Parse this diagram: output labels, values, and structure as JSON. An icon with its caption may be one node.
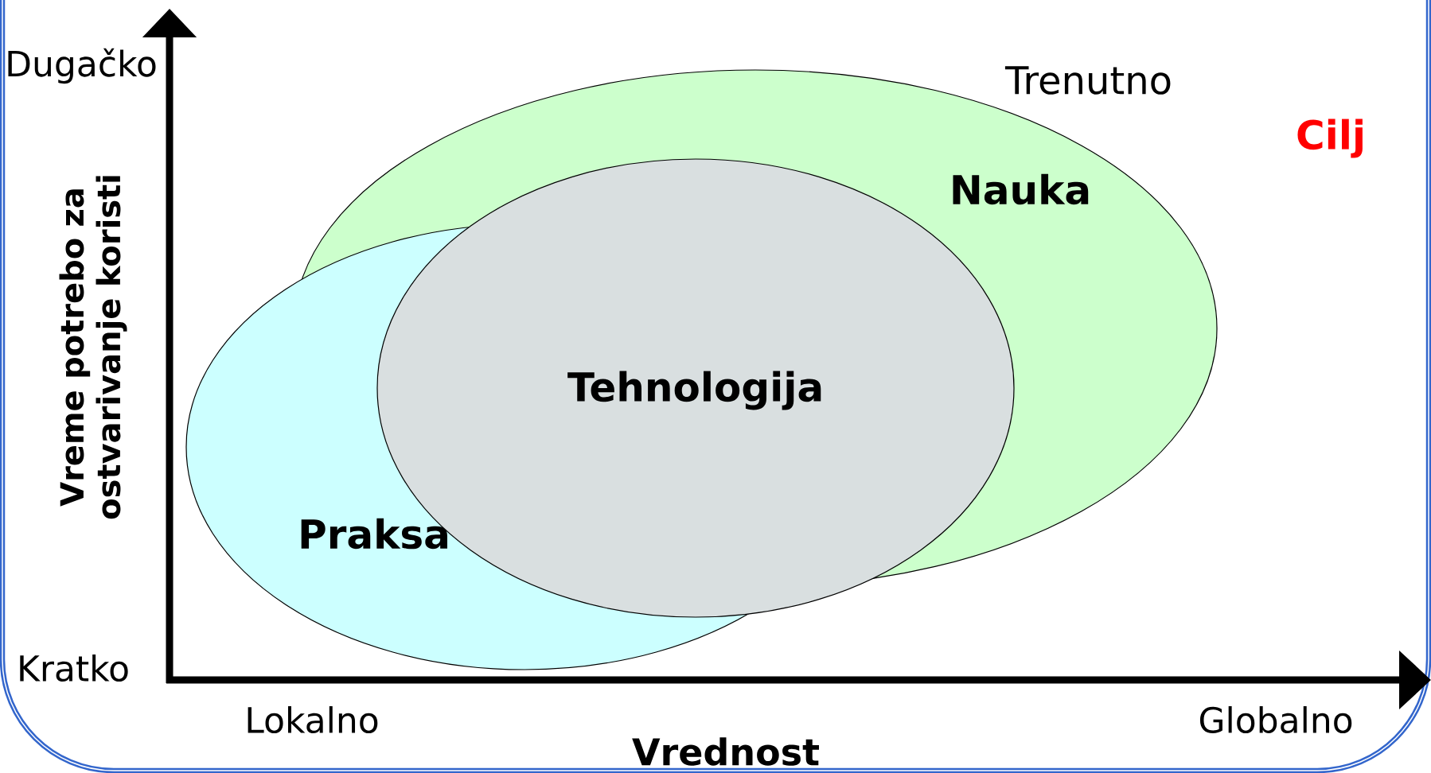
{
  "diagram": {
    "nodes": [
      {
        "text": [
          "Nauka"
        ]
      },
      {
        "text": [
          "Praksa"
        ]
      },
      {
        "text": [
          "Tehnologija"
        ]
      }
    ],
    "labels": [
      "Dugačko",
      "Trenutno",
      "Cilj",
      "Vreme potrebo za ostvarivanje koristi",
      "Kratko",
      "Lokalno",
      "Globalno",
      "Vrednost"
    ]
  }
}
